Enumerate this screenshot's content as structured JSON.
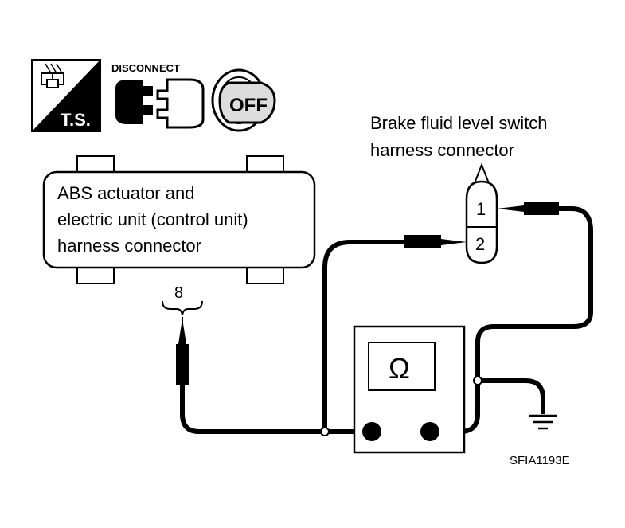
{
  "icons": {
    "ts_label": "T.S.",
    "disconnect_label": "DISCONNECT",
    "ignition_label": "OFF"
  },
  "abs_connector": {
    "lines": [
      "ABS actuator and",
      "electric unit (control unit)",
      "harness connector"
    ],
    "pin": "8"
  },
  "brake_switch_connector": {
    "lines": [
      "Brake fluid level switch",
      "harness connector"
    ],
    "pins": [
      "1",
      "2"
    ]
  },
  "meter": {
    "symbol": "Ω"
  },
  "figure_code": "SFIA1193E"
}
